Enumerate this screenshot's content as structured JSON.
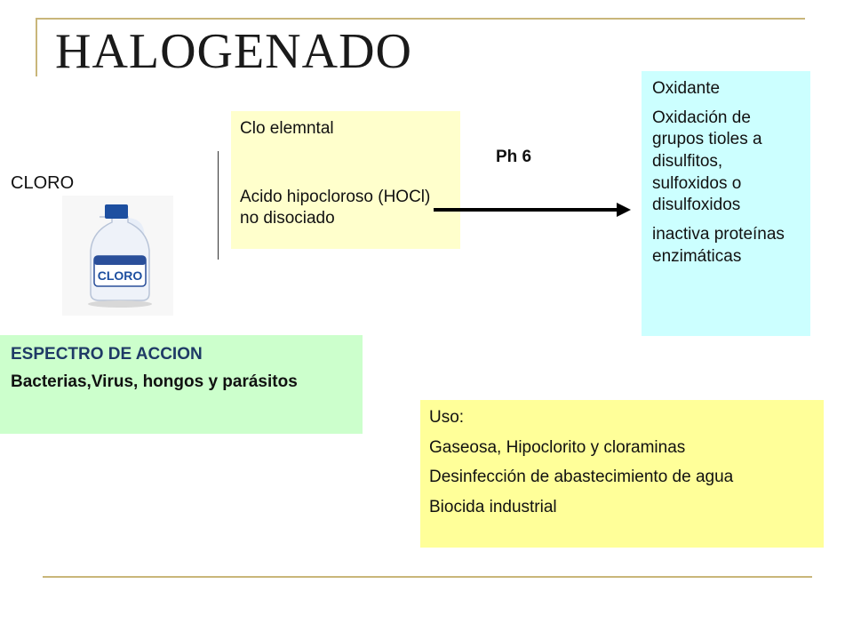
{
  "slide": {
    "title": "HALOGENADO",
    "cloro_label": "CLORO",
    "bottle_logo": "CLORO",
    "chlorine_forms": {
      "line1": "Clo elemntal",
      "line2": "Acido hipocloroso (HOCl) no disociado"
    },
    "ph_label": "Ph 6",
    "mechanism": {
      "title": "Oxidante",
      "item1": "Oxidación de grupos tioles a disulfitos, sulfoxidos o disulfoxidos",
      "item2": "inactiva proteínas enzimáticas"
    },
    "spectrum": {
      "heading": "ESPECTRO DE ACCION",
      "text": "Bacterias,Virus, hongos y parásitos"
    },
    "uses": {
      "heading": "Uso:",
      "items": [
        "Gaseosa, Hipoclorito y cloraminas",
        "Desinfección de abastecimiento de agua",
        "Biocida industrial"
      ]
    }
  },
  "colors": {
    "frame_line": "#c9b67a",
    "box_yellow": "#ffffcc",
    "box_cyan": "#ccffff",
    "box_green": "#ccffcc",
    "box_use": "#ffff99",
    "heading_blue": "#1f3a66"
  },
  "icons": {
    "bottle": "bleach-bottle-icon",
    "arrow": "arrow-right-icon"
  }
}
